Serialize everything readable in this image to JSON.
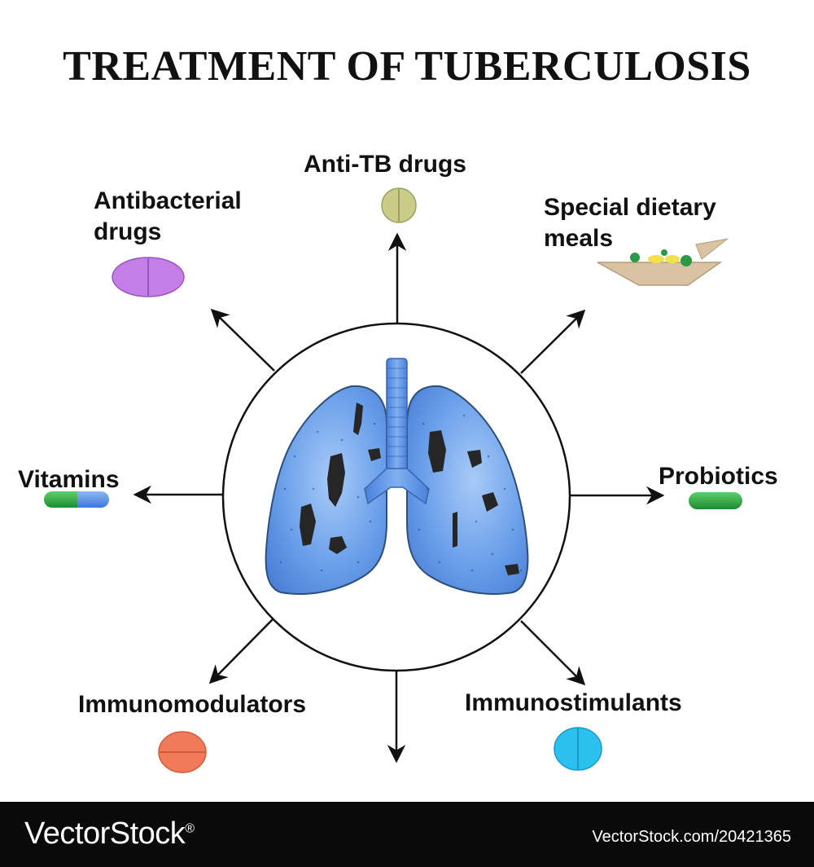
{
  "title": "TREATMENT OF TUBERCULOSIS",
  "labels": {
    "anti_tb": "Anti-TB drugs",
    "antibacterial_line1": "Antibacterial",
    "antibacterial_line2": "drugs",
    "dietary_line1": "Special dietary",
    "dietary_line2": "meals",
    "vitamins": "Vitamins",
    "probiotics": "Probiotics",
    "immunomodulators": "Immunomodulators",
    "immunostimulants": "Immunostimulants"
  },
  "colors": {
    "lung_fill": "#5b93e8",
    "lung_light": "#9cc2f5",
    "lesion": "#2a2a2a",
    "anti_tb_pill": "#c9cd88",
    "antibacterial_pill": "#c27ee3",
    "vitamin_green": "#2aa53c",
    "vitamin_blue": "#4f8fe8",
    "probiotic_pill": "#3aa648",
    "immunomodulator_pill": "#f07a5a",
    "immunostimulant_pill": "#2cc0ef",
    "bowl": "#d9c3a3"
  },
  "footer": {
    "brand": "VectorStock",
    "brand_mark": "®",
    "stock_id": "VectorStock.com/20421365"
  }
}
